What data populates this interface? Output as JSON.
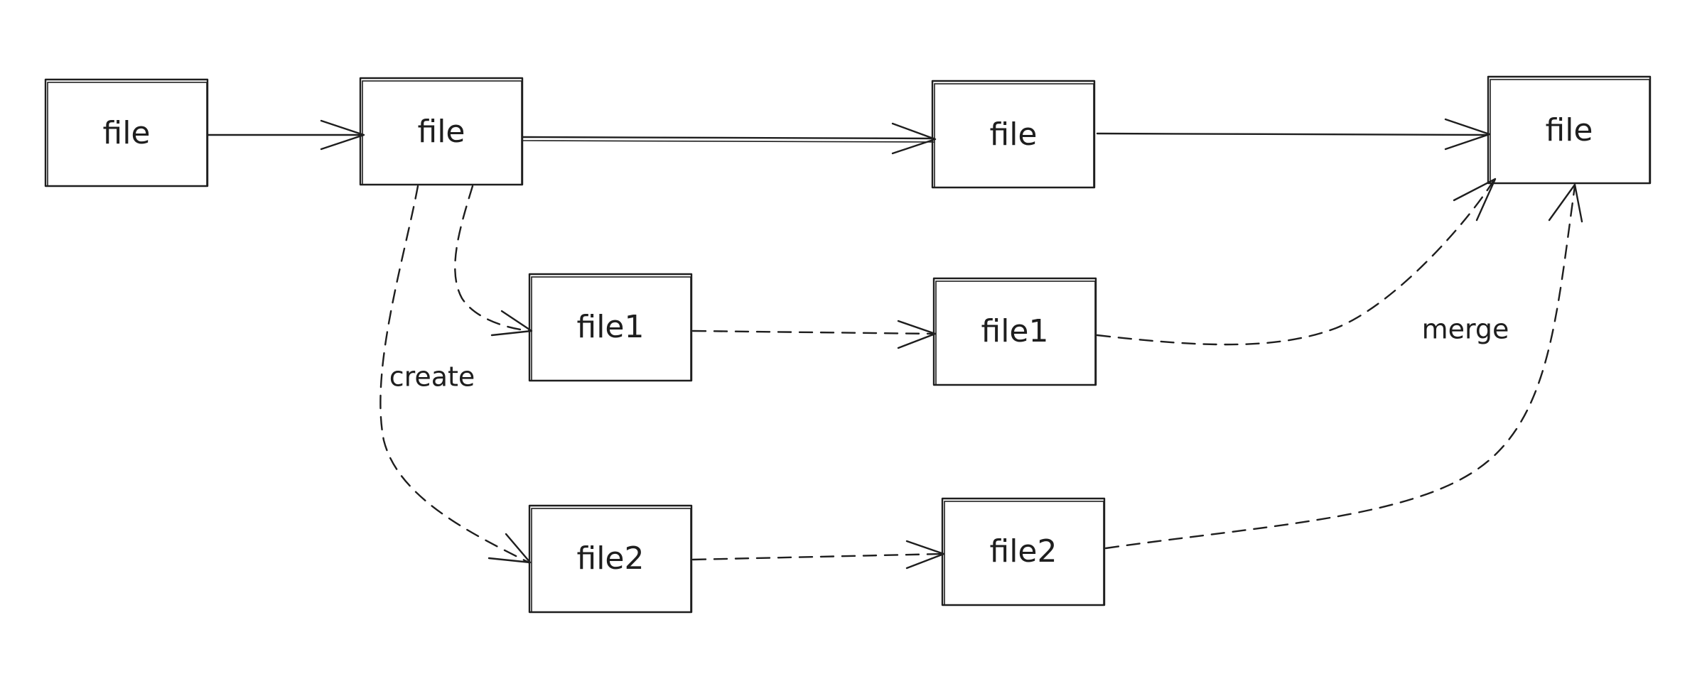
{
  "diagram": {
    "nodes": [
      {
        "id": "file-a",
        "label": "file"
      },
      {
        "id": "file-b",
        "label": "file"
      },
      {
        "id": "file-c",
        "label": "file"
      },
      {
        "id": "file-d",
        "label": "file"
      },
      {
        "id": "file1-a",
        "label": "file1"
      },
      {
        "id": "file1-b",
        "label": "file1"
      },
      {
        "id": "file2-a",
        "label": "file2"
      },
      {
        "id": "file2-b",
        "label": "file2"
      }
    ],
    "edges": [
      {
        "from": "file-a",
        "to": "file-b",
        "style": "solid"
      },
      {
        "from": "file-b",
        "to": "file-c",
        "style": "solid"
      },
      {
        "from": "file-c",
        "to": "file-d",
        "style": "solid"
      },
      {
        "from": "file-b",
        "to": "file1-a",
        "style": "dashed"
      },
      {
        "from": "file-b",
        "to": "file2-a",
        "style": "dashed"
      },
      {
        "from": "file1-a",
        "to": "file1-b",
        "style": "dashed"
      },
      {
        "from": "file2-a",
        "to": "file2-b",
        "style": "dashed"
      },
      {
        "from": "file1-b",
        "to": "file-d",
        "style": "dashed"
      },
      {
        "from": "file2-b",
        "to": "file-d",
        "style": "dashed"
      }
    ],
    "labels": {
      "create": "create",
      "merge": "merge"
    }
  }
}
